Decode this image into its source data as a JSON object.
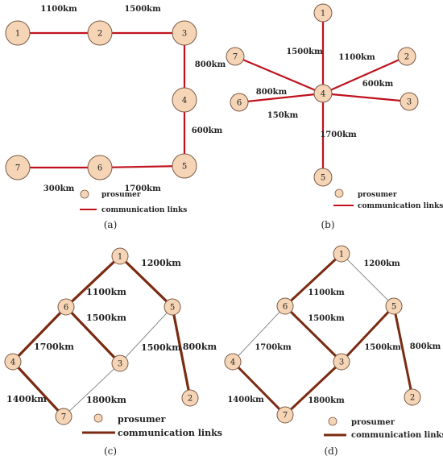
{
  "legend": {
    "prosumer": "prosumer",
    "links": "communication links"
  },
  "colors": {
    "node_fill": "#F5D5B5",
    "node_stroke": "#7A5A48",
    "red_link": "#C0121E",
    "brown_link": "#7A2B12",
    "thin_link": "#8C8C8C",
    "text": "#222222"
  },
  "panels": [
    {
      "id": "a",
      "caption": "(a)",
      "nodes": [
        "1",
        "2",
        "3",
        "4",
        "5",
        "6",
        "7"
      ],
      "edges": [
        {
          "from": "1",
          "to": "2"
        },
        {
          "from": "2",
          "to": "3"
        },
        {
          "from": "3",
          "to": "4"
        },
        {
          "from": "4",
          "to": "5"
        },
        {
          "from": "5",
          "to": "6"
        },
        {
          "from": "6",
          "to": "7"
        }
      ],
      "edge_labels": [
        "1100km",
        "1500km",
        "800km",
        "600km",
        "1700km",
        "300km"
      ]
    },
    {
      "id": "b",
      "caption": "(b)",
      "nodes": [
        "1",
        "2",
        "3",
        "4",
        "5",
        "6",
        "7"
      ],
      "edges": [
        {
          "from": "4",
          "to": "1"
        },
        {
          "from": "4",
          "to": "2"
        },
        {
          "from": "4",
          "to": "3"
        },
        {
          "from": "4",
          "to": "5"
        },
        {
          "from": "4",
          "to": "6"
        },
        {
          "from": "4",
          "to": "7"
        }
      ],
      "edge_labels": [
        "1500km",
        "1100km",
        "600km",
        "800km",
        "150km",
        "1700km"
      ]
    },
    {
      "id": "c",
      "caption": "(c)",
      "nodes": [
        "1",
        "2",
        "3",
        "4",
        "5",
        "6",
        "7"
      ],
      "edges": [
        {
          "from": "1",
          "to": "6",
          "style": "thick"
        },
        {
          "from": "1",
          "to": "5",
          "style": "thick"
        },
        {
          "from": "6",
          "to": "3",
          "style": "thick"
        },
        {
          "from": "6",
          "to": "4",
          "style": "thick"
        },
        {
          "from": "4",
          "to": "7",
          "style": "thick"
        },
        {
          "from": "5",
          "to": "2",
          "style": "thick"
        },
        {
          "from": "5",
          "to": "3",
          "style": "thin"
        },
        {
          "from": "3",
          "to": "7",
          "style": "thin"
        }
      ],
      "edge_labels": [
        "1200km",
        "1100km",
        "1500km",
        "1700km",
        "1500km",
        "800km",
        "1400km",
        "1800km"
      ]
    },
    {
      "id": "d",
      "caption": "(d)",
      "nodes": [
        "1",
        "2",
        "3",
        "4",
        "5",
        "6",
        "7"
      ],
      "edges": [
        {
          "from": "1",
          "to": "6",
          "style": "thick"
        },
        {
          "from": "1",
          "to": "5",
          "style": "thin"
        },
        {
          "from": "6",
          "to": "3",
          "style": "thick"
        },
        {
          "from": "6",
          "to": "4",
          "style": "thin"
        },
        {
          "from": "4",
          "to": "7",
          "style": "thick"
        },
        {
          "from": "5",
          "to": "2",
          "style": "thick"
        },
        {
          "from": "5",
          "to": "3",
          "style": "thick"
        },
        {
          "from": "3",
          "to": "7",
          "style": "thick"
        }
      ],
      "edge_labels": [
        "1200km",
        "1100km",
        "1500km",
        "1700km",
        "1500km",
        "800km",
        "1400km",
        "1800km"
      ]
    }
  ]
}
